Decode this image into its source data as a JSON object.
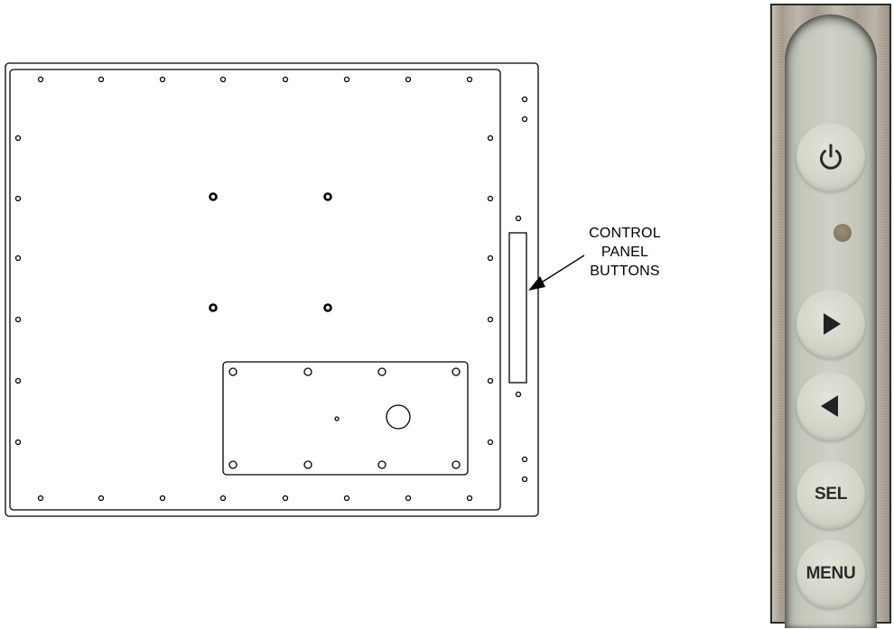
{
  "callout": {
    "lines": [
      "CONTROL",
      "PANEL",
      "BUTTONS"
    ]
  },
  "control_panel": {
    "buttons": [
      {
        "id": "power",
        "icon": "power-icon",
        "label": ""
      },
      {
        "id": "right",
        "icon": "right-arrow-icon",
        "label": ""
      },
      {
        "id": "left",
        "icon": "left-arrow-icon",
        "label": ""
      },
      {
        "id": "sel",
        "icon": "",
        "label": "SEL"
      },
      {
        "id": "menu",
        "icon": "",
        "label": "MENU"
      }
    ],
    "indicator": "status-led"
  }
}
